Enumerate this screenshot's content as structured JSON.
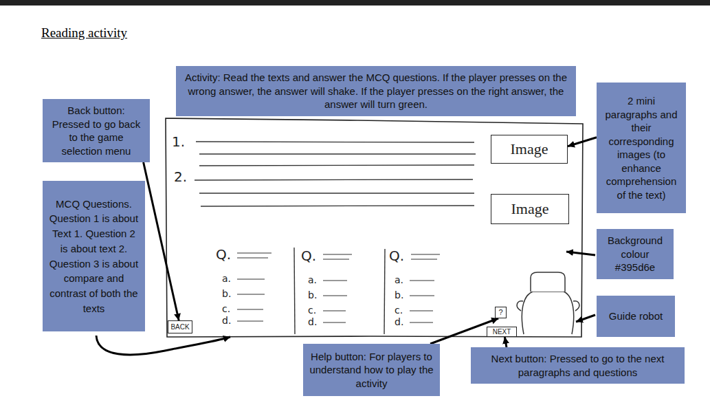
{
  "diagram": {
    "title": "Reading activity",
    "nodes": [
      {
        "text": [
          "Activity: Read the texts and answer the MCQ questions. If the player presses on the wrong answer, the answer will shake. If the player presses on the right answer, the answer will turn green."
        ]
      },
      {
        "text": [
          "Back button: Pressed to go back to the game selection menu"
        ]
      },
      {
        "text": [
          "Image"
        ]
      },
      {
        "text": [
          "2 mini paragraphs and their corresponding images (to enhance comprehension of the text)"
        ]
      },
      {
        "text": [
          "Image"
        ]
      },
      {
        "text": [
          "MCQ Questions. Question 1 is about Text 1. Question 2 is about text 2. Question 3 is about compare and contrast of both the texts"
        ]
      },
      {
        "text": [
          "Background colour #395d6e"
        ]
      },
      {
        "text": [
          "?"
        ]
      },
      {
        "text": [
          "Guide robot"
        ]
      },
      {
        "text": [
          "BACK"
        ]
      },
      {
        "text": [
          "NEXT"
        ]
      },
      {
        "text": [
          "Help button: For players to understand how to play the activity"
        ]
      },
      {
        "text": [
          "Next button: Pressed to go to the next paragraphs and questions"
        ]
      }
    ],
    "edges": [
      {
        "from": 3,
        "to": 2,
        "arrow": "to"
      },
      {
        "from": 1,
        "to": 9,
        "arrow": "to"
      },
      {
        "from": 11,
        "to": 7,
        "arrow": "to"
      },
      {
        "from": 12,
        "to": 10,
        "arrow": "to"
      }
    ],
    "labels": [
      "1.",
      "2.",
      "Q.",
      "a.",
      "b.",
      "c.",
      "d.",
      "Q.",
      "a.",
      "b.",
      "c.",
      "d.",
      "Q.",
      "a.",
      "b.",
      "c.",
      "d."
    ]
  }
}
